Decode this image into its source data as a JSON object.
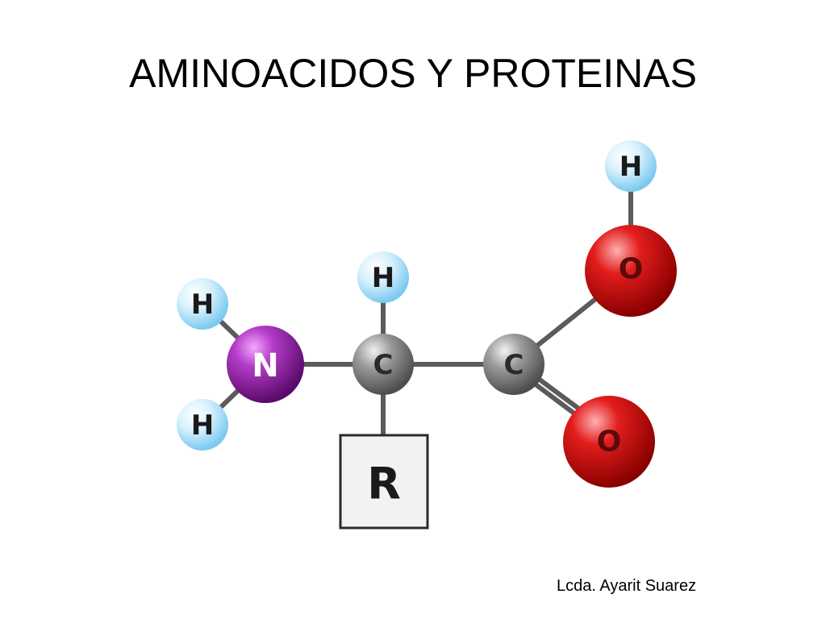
{
  "slide": {
    "title": "AMINOACIDOS Y PROTEINAS",
    "author": "Lcda. Ayarit Suarez"
  },
  "diagram": {
    "atoms": {
      "h_top_right": "H",
      "o_hydroxyl": "O",
      "h_alpha": "H",
      "h_amino_top": "H",
      "n_amino": "N",
      "c_alpha": "C",
      "c_carboxyl": "C",
      "h_amino_bottom": "H",
      "o_carbonyl": "O"
    },
    "r_group": "R",
    "colors": {
      "hydrogen": "#bfe6fb",
      "nitrogen": "#8a1a9a",
      "carbon": "#8c8c8c",
      "oxygen": "#d61a1a",
      "bond": "#5a5a5a"
    }
  }
}
